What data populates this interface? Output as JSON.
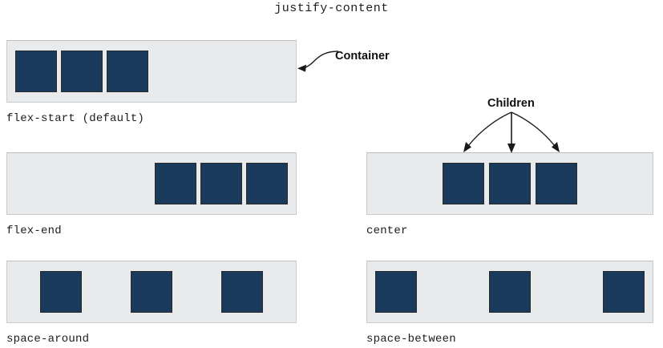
{
  "title": "justify-content",
  "colors": {
    "page_background": "#ffffff",
    "container_background": "#e9eaec",
    "container_border": "#c9cbcd",
    "child_box": "#1a3a5c",
    "child_box_border": "#2b2b2b",
    "text": "#1c1c1c",
    "annotation_text": "#111111",
    "arrow": "#1a1a1a"
  },
  "annotations": [
    {
      "id": "container",
      "label": "Container",
      "icon": "curved-left-arrow-icon"
    },
    {
      "id": "children",
      "label": "Children",
      "icon": "three-fan-arrows-icon"
    }
  ],
  "demos": [
    {
      "id": "flex-start",
      "value": "flex-start",
      "caption": "flex-start (default)",
      "children_count": 3,
      "column": "left",
      "row": 1
    },
    {
      "id": "flex-end",
      "value": "flex-end",
      "caption": "flex-end",
      "children_count": 3,
      "column": "left",
      "row": 2
    },
    {
      "id": "center",
      "value": "center",
      "caption": "center",
      "children_count": 3,
      "column": "right",
      "row": 2
    },
    {
      "id": "space-around",
      "value": "space-around",
      "caption": "space-around",
      "children_count": 3,
      "column": "left",
      "row": 3
    },
    {
      "id": "space-between",
      "value": "space-between",
      "caption": "space-between",
      "children_count": 3,
      "column": "right",
      "row": 3
    }
  ]
}
